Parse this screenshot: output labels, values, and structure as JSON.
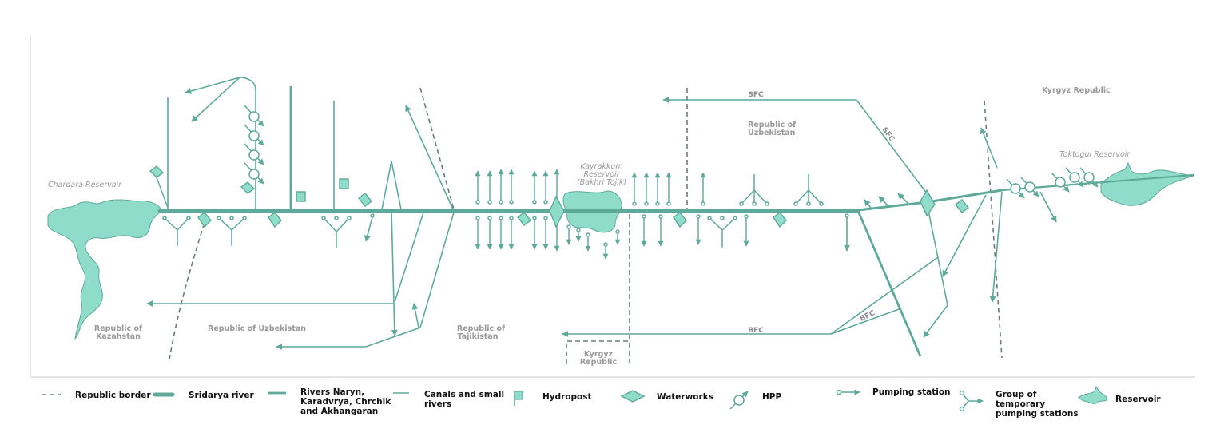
{
  "colors": {
    "teal": "#5ea99a",
    "fill": "#8fdccb",
    "border": "#6b7f7a",
    "label": "#9a9a9a",
    "frame": "#e6e6e6"
  },
  "map_labels": {
    "chardara": "Chardara Reservoir",
    "kazakhstan": [
      "Republic of",
      "Kazahstan"
    ],
    "uzbekistan_west": "Republic of Uzbekistan",
    "tajikistan": [
      "Republic of",
      "Tajikistan"
    ],
    "kyrgyz_south": [
      "Kyrgyz",
      "Republic"
    ],
    "uzbekistan_east": [
      "Republic of",
      "Uzbekistan"
    ],
    "kyrgyz_east": "Kyrgyz Republic",
    "kayrakkum": [
      "Kayrakkum",
      "Reservoir",
      "(Bakhri Tojik)"
    ],
    "toktogul": "Toktogul Reservoir"
  },
  "canal_labels": {
    "sfc_top": "SFC",
    "sfc_diag": "SFC",
    "bfc_diag": "BFC",
    "bfc": "BFC"
  },
  "legend": [
    {
      "icon": "republic-border-icon",
      "label": [
        "Republic border"
      ]
    },
    {
      "icon": "sirdarya-river-icon",
      "label": [
        "Sridarya river"
      ]
    },
    {
      "icon": "rivers-icon",
      "label": [
        "Rivers Naryn,",
        "Karadvrya, Chrchik",
        "and Akhangaran"
      ]
    },
    {
      "icon": "canals-icon",
      "label": [
        "Canals and small",
        "rivers"
      ]
    },
    {
      "icon": "hydropost-icon",
      "label": [
        "Hydropost"
      ]
    },
    {
      "icon": "waterworks-icon",
      "label": [
        "Waterworks"
      ]
    },
    {
      "icon": "hpp-icon",
      "label": [
        "HPP"
      ]
    },
    {
      "icon": "pumping-station-icon",
      "label": [
        "Pumping station"
      ]
    },
    {
      "icon": "pumping-group-icon",
      "label": [
        "Group  of",
        "temporary",
        "pumping stations"
      ]
    },
    {
      "icon": "reservoir-icon",
      "label": [
        "Reservoir"
      ]
    }
  ]
}
